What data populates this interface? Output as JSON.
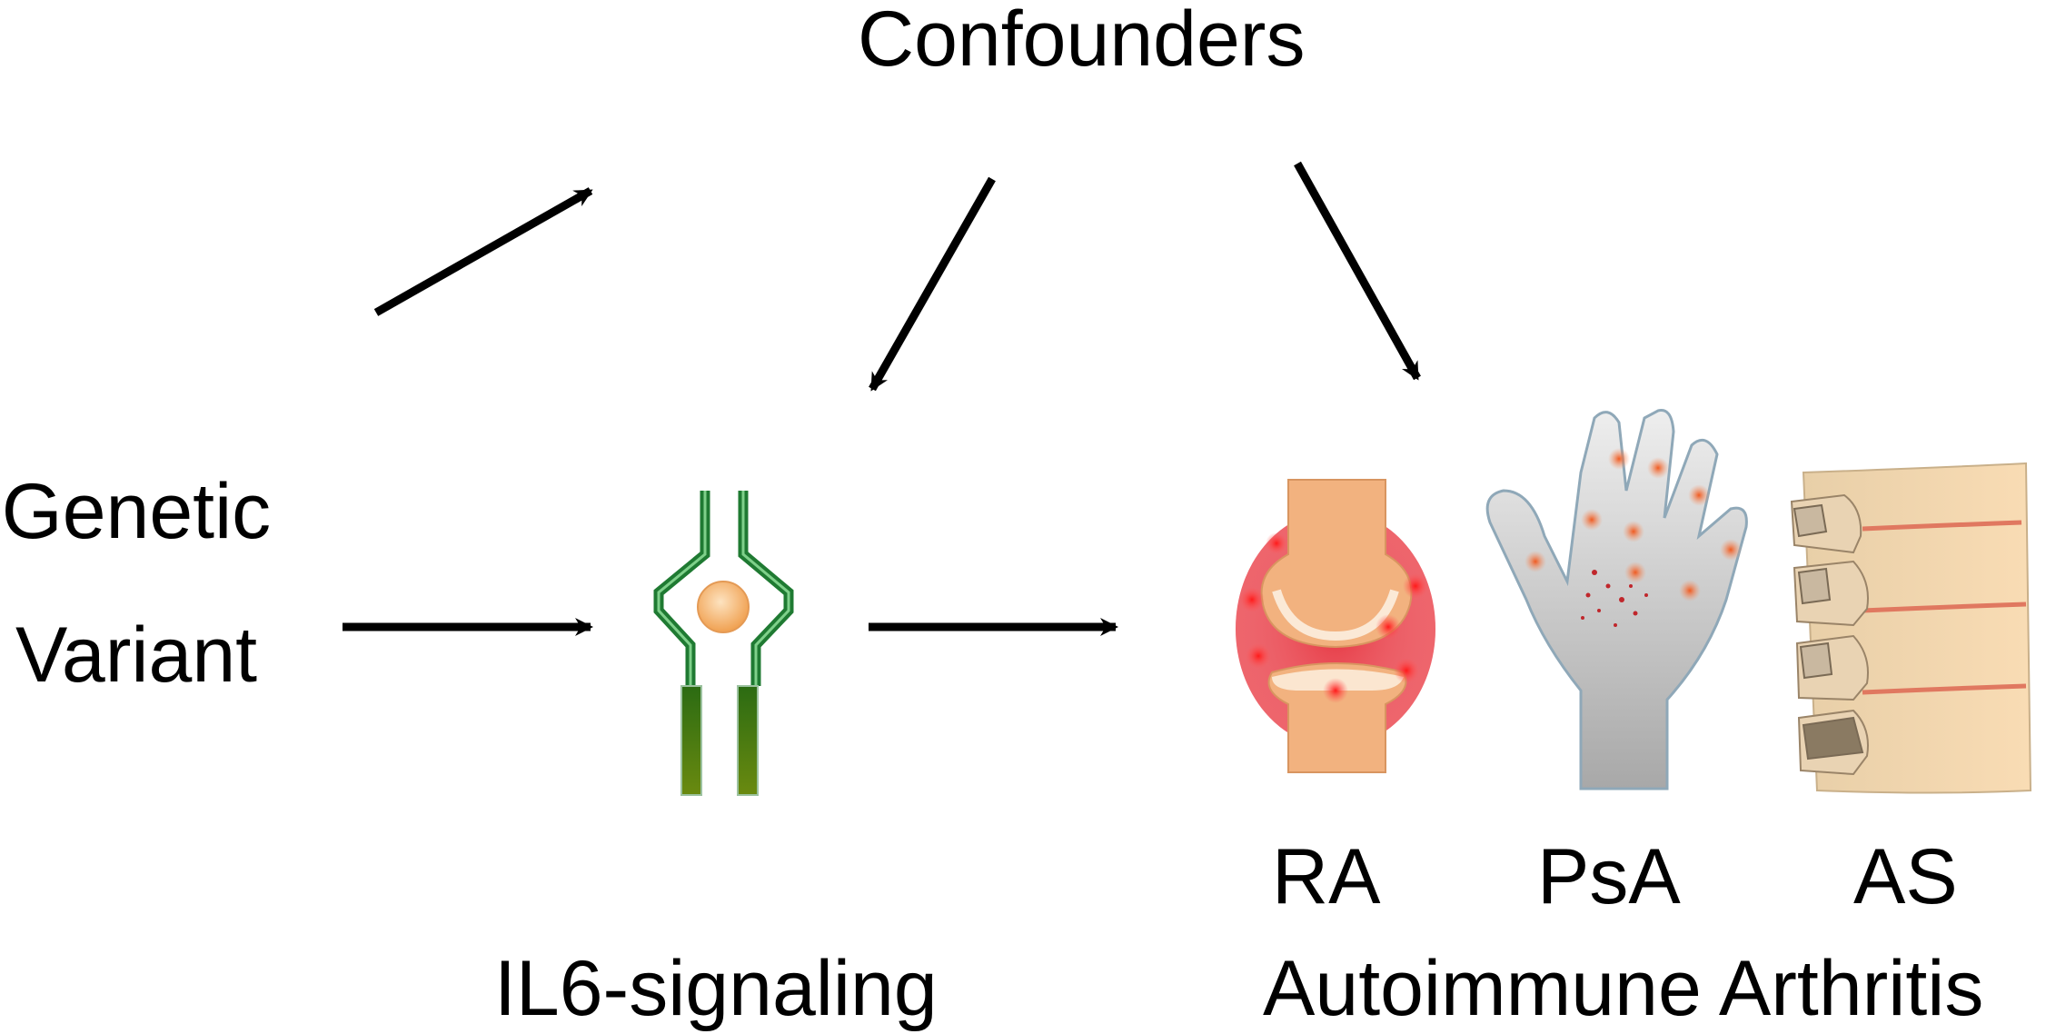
{
  "title": "Confounders",
  "exposure": {
    "line1": "Genetic",
    "line2": "Variant"
  },
  "mediator": {
    "label": "IL6-signaling"
  },
  "outcomes": {
    "group_label": "Autoimmune Arthritis",
    "items": [
      {
        "label": "RA"
      },
      {
        "label": "PsA"
      },
      {
        "label": "AS"
      }
    ]
  },
  "colors": {
    "arrow": "#000000",
    "receptor_green": "#1a8a3a",
    "receptor_dark": "#4d7a10",
    "ligand": "#f2a65a",
    "inflammation": "#e8323a",
    "bone": "#f2b27f",
    "hand": "#dcdcdc",
    "spine": "#f4d7b0"
  }
}
